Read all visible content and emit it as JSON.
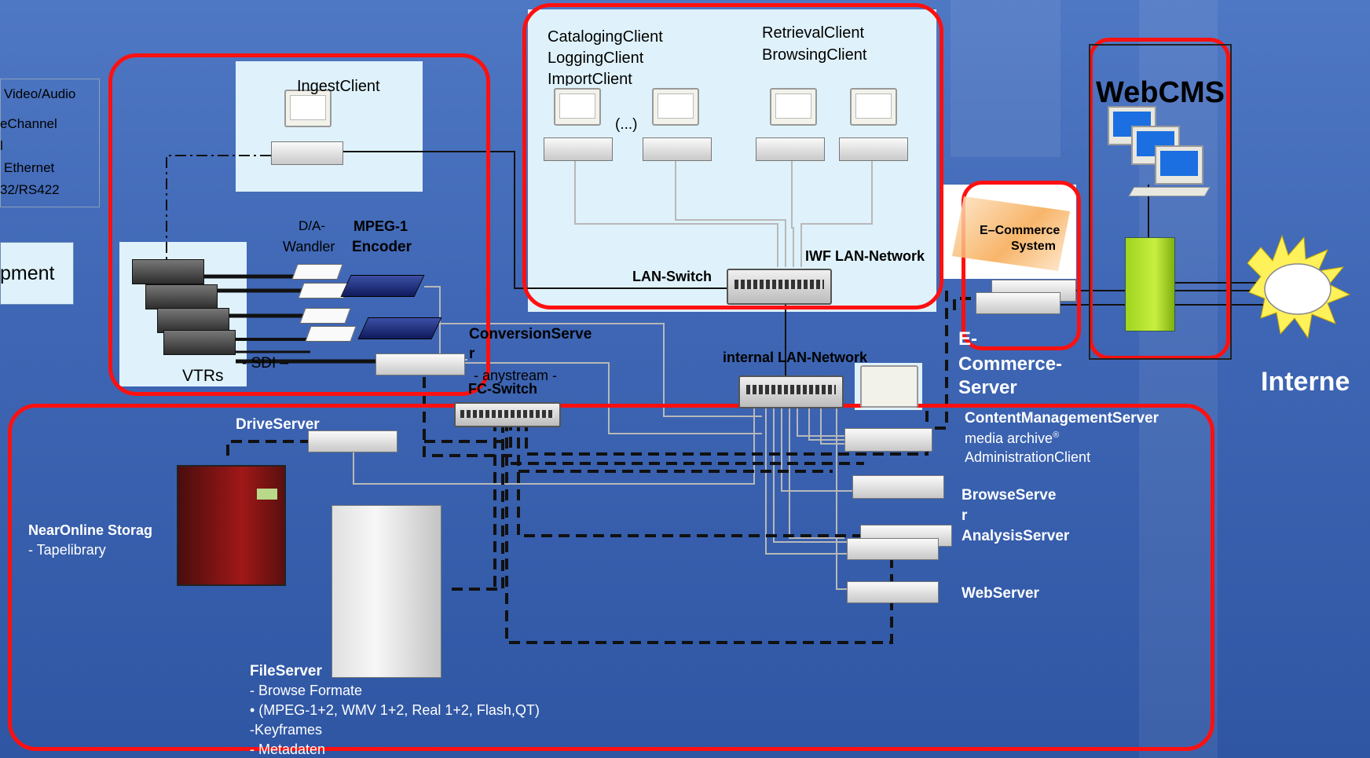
{
  "legend": {
    "items": [
      "Video/Audio",
      "eChannel",
      "l",
      "Ethernet",
      "32/RS422"
    ]
  },
  "equipment_label": "pment",
  "ingest": {
    "client_label": "IngestClient",
    "da_line1": "D/A-",
    "da_line2": "Wandler",
    "encoder_line1": "MPEG-1",
    "encoder_line2": "Encoder",
    "vtrs_label": "VTRs",
    "sdi_label": "- SDI –"
  },
  "clients": {
    "left_lines": [
      "CatalogingClient",
      "LoggingClient",
      "ImportClient"
    ],
    "right_lines": [
      "RetrievalClient",
      "BrowsingClient"
    ],
    "ellipsis": "(...)",
    "lan_switch": "LAN-Switch",
    "iwf_network": "IWF LAN-Network"
  },
  "webcms": {
    "title": "WebCMS"
  },
  "ecommerce": {
    "box_line1": "E–Commerce",
    "box_line2": "System",
    "server_line1": "E-",
    "server_line2": "Commerce-",
    "server_line3": "Server"
  },
  "internet_label": "Interne",
  "conversion": {
    "line1": "ConversionServe",
    "line2": "r",
    "anystream": "- anystream -",
    "fc_switch": "FC-Switch"
  },
  "internal_network": "internal LAN-Network",
  "servers": {
    "drive": "DriveServer",
    "cms_title": "ContentManagementServer",
    "cms_sub1": "media archive",
    "cms_sub1_mark": "®",
    "cms_sub2": "AdministrationClient",
    "browse_line1": "BrowseServe",
    "browse_line2": "r",
    "analysis": "AnalysisServer",
    "web": "WebServer"
  },
  "storage": {
    "title": "NearOnline Storag",
    "sub": "- Tapelibrary"
  },
  "fileserver": {
    "title": "FileServer",
    "lines": [
      "- Browse Formate",
      "• (MPEG-1+2, WMV 1+2, Real 1+2, Flash,QT)",
      "-Keyframes",
      "- Metadaten"
    ]
  },
  "colors": {
    "background": "#3f67b5",
    "highlight_red": "#ff1010",
    "panel": "#dff2fb"
  }
}
